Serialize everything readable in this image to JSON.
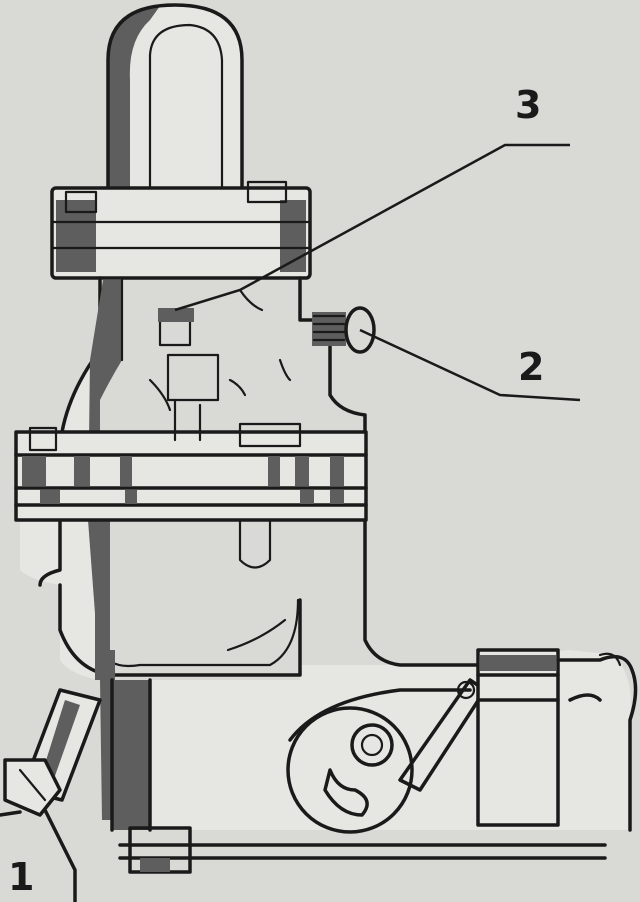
{
  "diagram": {
    "callouts": {
      "c1": "1",
      "c2": "2",
      "c3": "3"
    }
  }
}
